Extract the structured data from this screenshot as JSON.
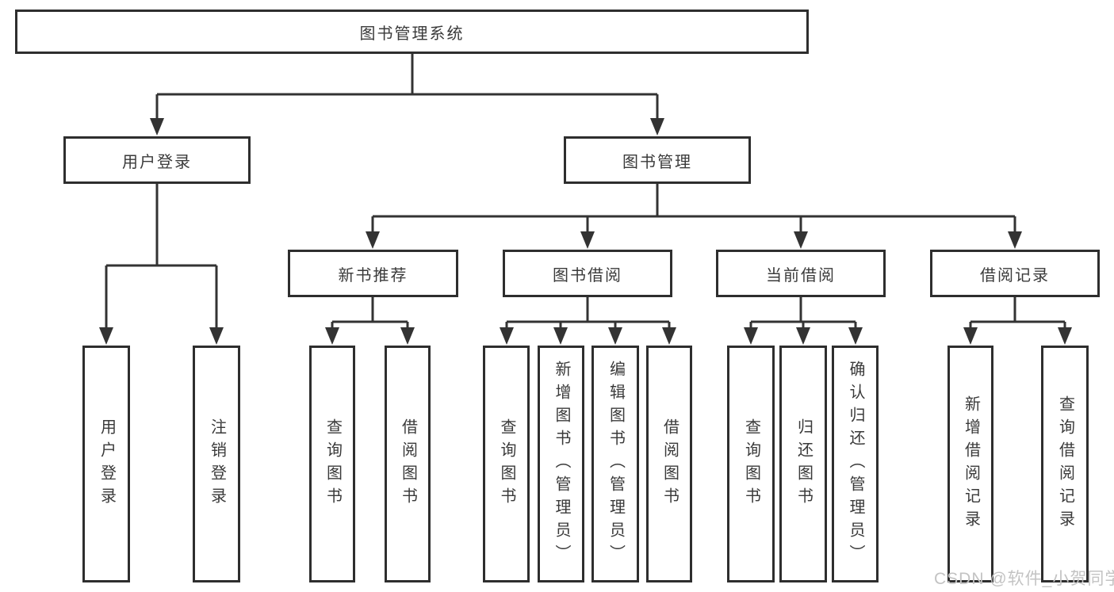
{
  "tree": {
    "root": "图书管理系统",
    "login": {
      "label": "用户登录",
      "leaves": [
        "用户登录",
        "注销登录"
      ]
    },
    "mgmt": {
      "label": "图书管理",
      "groups": [
        {
          "label": "新书推荐",
          "leaves": [
            "查询图书",
            "借阅图书"
          ]
        },
        {
          "label": "图书借阅",
          "leaves": [
            "查询图书",
            "新增图书（管理员）",
            "编辑图书（管理员）",
            "借阅图书"
          ]
        },
        {
          "label": "当前借阅",
          "leaves": [
            "查询图书",
            "归还图书",
            "确认归还（管理员）"
          ]
        },
        {
          "label": "借阅记录",
          "leaves": [
            "新增借阅记录",
            "查询借阅记录"
          ]
        }
      ]
    }
  },
  "watermark": "CSDN @软件_小贺同学",
  "colors": {
    "line": "#333333",
    "border": "#2e2e2e",
    "text": "#3a3a3a",
    "background": "#ffffff",
    "watermark": "#c3c3c3"
  }
}
